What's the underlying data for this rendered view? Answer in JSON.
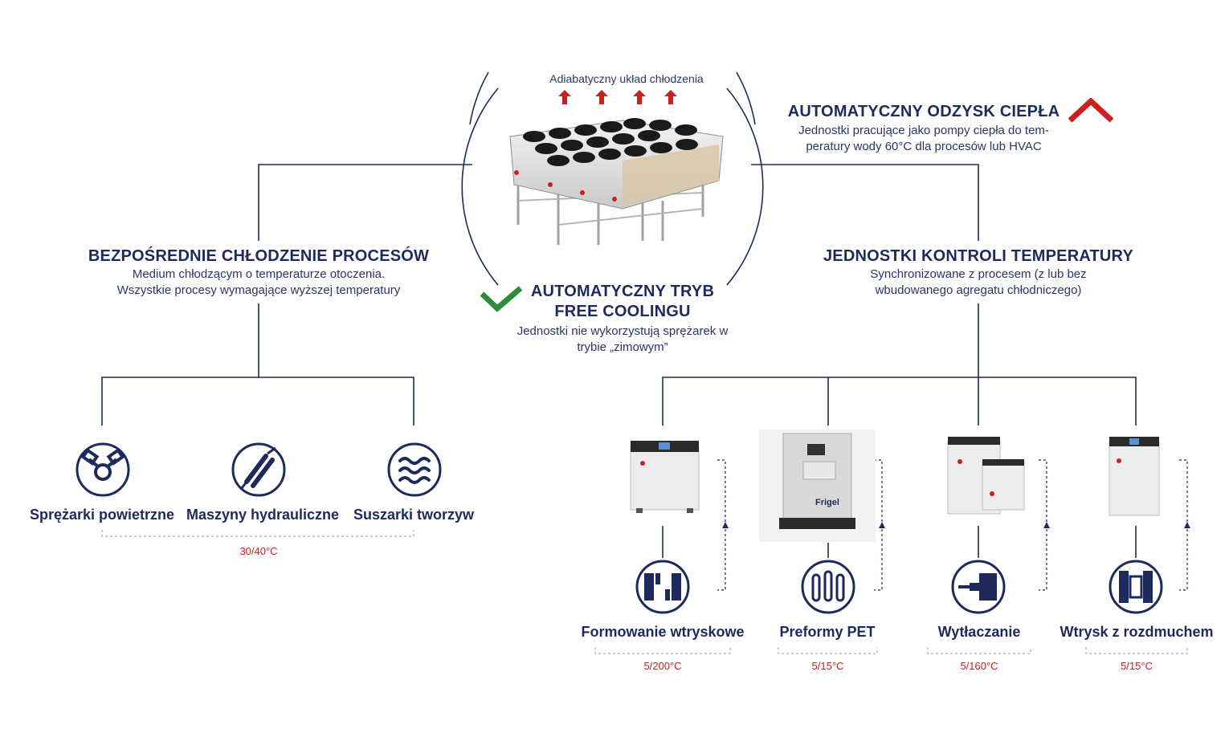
{
  "top": {
    "caption": "Adiabatyczny układ chłodzenia"
  },
  "heat_recovery": {
    "title": "AUTOMATYCZNY ODZYSK CIEPŁA",
    "line1": "Jednostki pracujące jako pompy ciepła do tem-",
    "line2": "peratury wody 60°C dla procesów lub HVAC"
  },
  "free_cooling": {
    "title_line1": "AUTOMATYCZNY TRYB",
    "title_line2": "FREE COOLINGU",
    "line1": "Jednostki nie wykorzystują sprężarek w",
    "line2": "trybie „zimowym”"
  },
  "direct": {
    "title": "BEZPOŚREDNIE CHŁODZENIE PROCESÓW",
    "line1": "Medium chłodzącym o temperaturze otoczenia.",
    "line2": "Wszystkie procesy wymagające wyższej temperatury",
    "items": [
      {
        "label": "Sprężarki powietrzne",
        "icon": "compressor-icon"
      },
      {
        "label": "Maszyny hydrauliczne",
        "icon": "hydraulic-icon"
      },
      {
        "label": "Suszarki tworzyw",
        "icon": "dryer-icon"
      }
    ],
    "temp": "30/40°C"
  },
  "tcu": {
    "title": "JEDNOSTKI KONTROLI TEMPERATURY",
    "line1": "Synchronizowane z procesem (z lub bez",
    "line2": "wbudowanego agregatu chłodniczego)",
    "brand": "Frigel",
    "items": [
      {
        "label": "Formowanie wtryskowe",
        "temp": "5/200°C",
        "icon": "injection-molding-icon"
      },
      {
        "label": "Preformy PET",
        "temp": "5/15°C",
        "icon": "pet-preform-icon"
      },
      {
        "label": "Wytłaczanie",
        "temp": "5/160°C",
        "icon": "extrusion-icon"
      },
      {
        "label": "Wtrysk z rozdmuchem",
        "temp": "5/15°C",
        "icon": "blow-molding-icon"
      }
    ]
  },
  "colors": {
    "navy": "#1f2a5c",
    "red": "#cc1f1f",
    "green": "#2e8b3a",
    "line": "#1f2a5c"
  }
}
